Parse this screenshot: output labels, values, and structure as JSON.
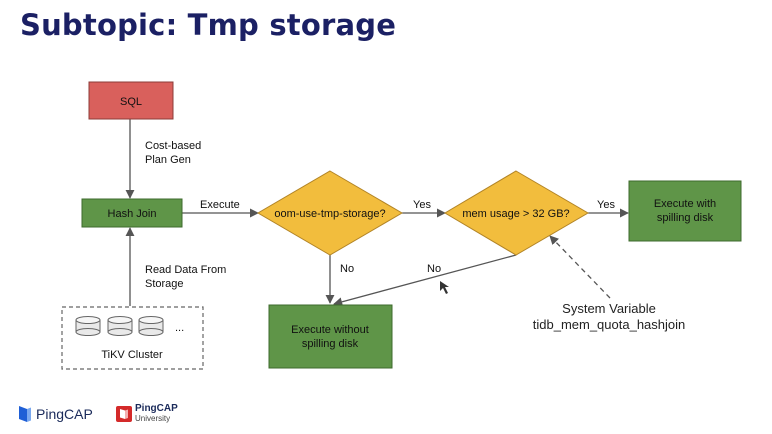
{
  "title": "Subtopic: Tmp storage",
  "nodes": {
    "sql": "SQL",
    "hash_join": "Hash Join",
    "tikv_cluster": "TiKV Cluster",
    "tikv_ellipsis": "...",
    "decision_oom": "oom-use-tmp-storage?",
    "decision_mem": "mem usage > 32 GB?",
    "exec_spill_line1": "Execute with",
    "exec_spill_line2": "spilling disk",
    "exec_nospill_line1": "Execute without",
    "exec_nospill_line2": "spilling disk"
  },
  "edges": {
    "cost_based_line1": "Cost-based",
    "cost_based_line2": "Plan Gen",
    "read_data_line1": "Read Data From",
    "read_data_line2": "Storage",
    "execute": "Execute",
    "yes_1": "Yes",
    "yes_2": "Yes",
    "no_1": "No",
    "no_2": "No"
  },
  "note": {
    "line1": "System Variable",
    "line2": "tidb_mem_quota_hashjoin"
  },
  "footer": {
    "pingcap": "PingCAP",
    "univ_name": "PingCAP",
    "univ_sub": "University"
  },
  "colors": {
    "title": "#1b2064",
    "sql_fill": "#d9605c",
    "green_fill": "#5f9548",
    "decision_fill": "#f2bd3d",
    "logo_blue": "#1f5fd6",
    "logo_red": "#d42a2a"
  }
}
